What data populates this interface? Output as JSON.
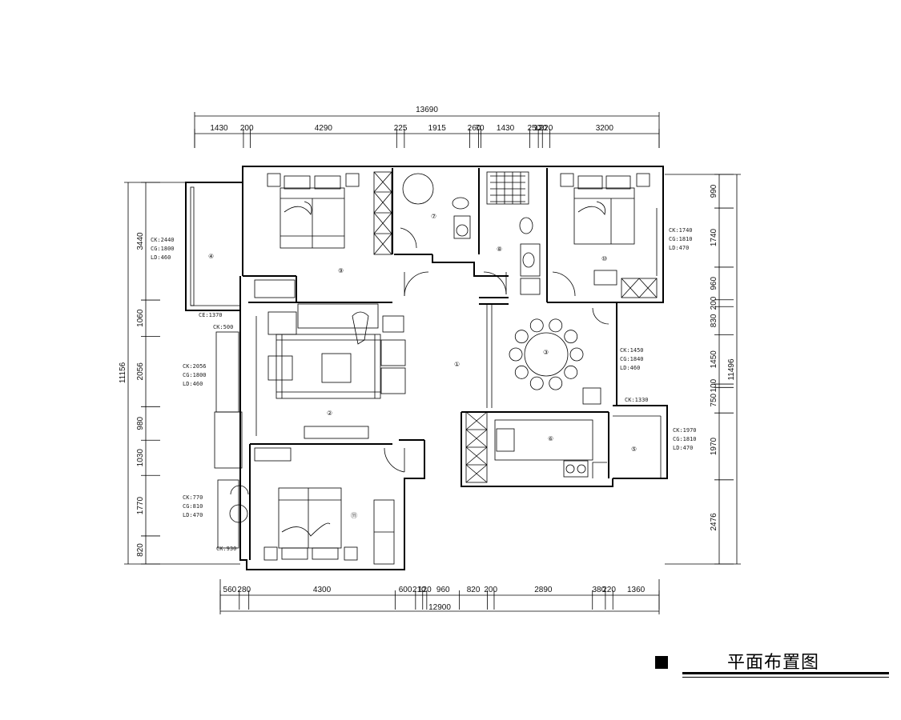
{
  "title": "平面布置图",
  "dimensions": {
    "top_total": "13690",
    "top_segments": [
      "1430",
      "200",
      "4290",
      "225",
      "1915",
      "260",
      "70",
      "1430",
      "250",
      "120",
      "220",
      "3200"
    ],
    "bottom_total": "12900",
    "bottom_segments": [
      "560",
      "280",
      "4300",
      "600",
      "210",
      "120",
      "960",
      "820",
      "200",
      "2890",
      "380",
      "220",
      "1360"
    ],
    "left_total": "11156",
    "left_segments": [
      "3440",
      "1060",
      "2056",
      "980",
      "1030",
      "1770",
      "820"
    ],
    "right_total": "11496",
    "right_segments": [
      "990",
      "1740",
      "960",
      "200",
      "830",
      "1450",
      "100",
      "750",
      "1970",
      "2476"
    ]
  },
  "rooms": [
    {
      "id": "1",
      "label": "①"
    },
    {
      "id": "2",
      "label": "②"
    },
    {
      "id": "3",
      "label": "③"
    },
    {
      "id": "4",
      "label": "④"
    },
    {
      "id": "5",
      "label": "⑤"
    },
    {
      "id": "6",
      "label": "⑥"
    },
    {
      "id": "7",
      "label": "⑦"
    },
    {
      "id": "8",
      "label": "⑧"
    },
    {
      "id": "9",
      "label": "⑨"
    },
    {
      "id": "10",
      "label": "⑩"
    },
    {
      "id": "11",
      "label": "⑪"
    }
  ],
  "annotations": {
    "balcony_west": [
      "CK:2440",
      "CG:1800",
      "LD:460"
    ],
    "balcony_west_ce": "CE:1370",
    "living_window_top": "CK:500",
    "living_window": [
      "CK:2056",
      "CG:1800",
      "LD:460"
    ],
    "bedroom_sw": [
      "CK:770",
      "CG:810",
      "LD:470"
    ],
    "bedroom_sw_bottom": "CK:930",
    "bedroom_ne": [
      "CK:1740",
      "CG:1810",
      "LD:470"
    ],
    "dining": [
      "CK:1450",
      "CG:1840",
      "LD:460"
    ],
    "kitchen_top": "CK:1330",
    "balcony_east": [
      "CK:1970",
      "CG:1810",
      "LD:470"
    ]
  }
}
